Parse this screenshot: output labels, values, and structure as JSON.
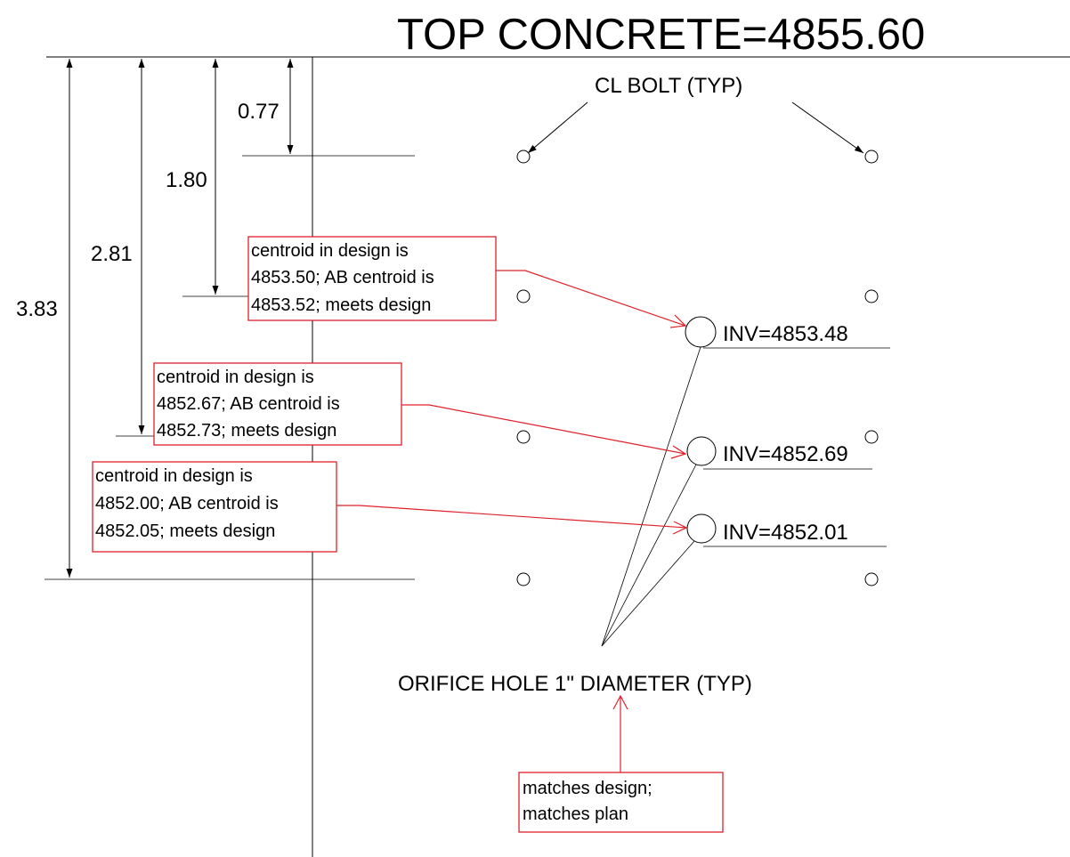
{
  "title": "TOP CONCRETE=4855.60",
  "bolt_label": "CL BOLT (TYP)",
  "dimensions": [
    "0.77",
    "1.80",
    "2.81",
    "3.83"
  ],
  "inverts": [
    "INV=4853.48",
    "INV=4852.69",
    "INV=4852.01"
  ],
  "orifice_label": "ORIFICE HOLE 1\" DIAMETER (TYP)",
  "comments": [
    {
      "lines": [
        "centroid in design is",
        "4853.50; AB centroid is",
        "4853.52; meets design"
      ]
    },
    {
      "lines": [
        "centroid in design is",
        "4852.67; AB centroid is",
        "4852.73; meets design"
      ]
    },
    {
      "lines": [
        "centroid in design is",
        "4852.00; AB centroid is",
        "4852.05; meets design"
      ]
    },
    {
      "lines": [
        "matches design;",
        "matches plan"
      ]
    }
  ],
  "colors": {
    "ink": "#000000",
    "markup": "#e0202a",
    "background": "#ffffff"
  }
}
